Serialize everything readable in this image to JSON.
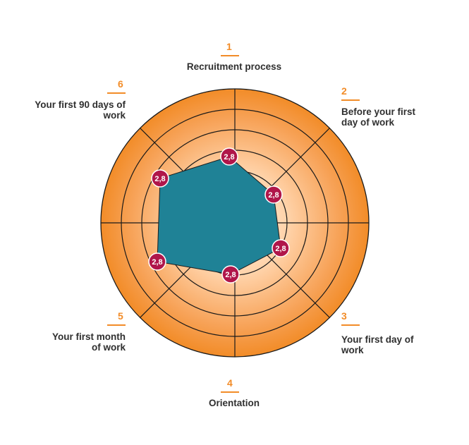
{
  "chart_data": {
    "type": "radar",
    "title": "",
    "rings": 6,
    "categories": [
      {
        "number": "1",
        "label": "Recruitment process"
      },
      {
        "number": "2",
        "label": "Before your first day of work"
      },
      {
        "number": "3",
        "label": "Your first day of work"
      },
      {
        "number": "4",
        "label": "Orientation"
      },
      {
        "number": "5",
        "label": "Your first month of work"
      },
      {
        "number": "6",
        "label": "Your first 90 days of work"
      }
    ],
    "values": [
      2.8,
      2.8,
      2.8,
      2.8,
      2.8,
      2.8
    ],
    "value_labels": [
      "2,8",
      "2,8",
      "2,8",
      "2,8",
      "2,8",
      "2,8"
    ],
    "colors": {
      "ring_outer": "#f28c28",
      "ring_inner": "#ffd9b8",
      "grid": "#1a1a1a",
      "polygon": "#1f8296",
      "marker": "#b0164a",
      "accent": "#f28c28",
      "label": "#2f2f2f"
    }
  }
}
